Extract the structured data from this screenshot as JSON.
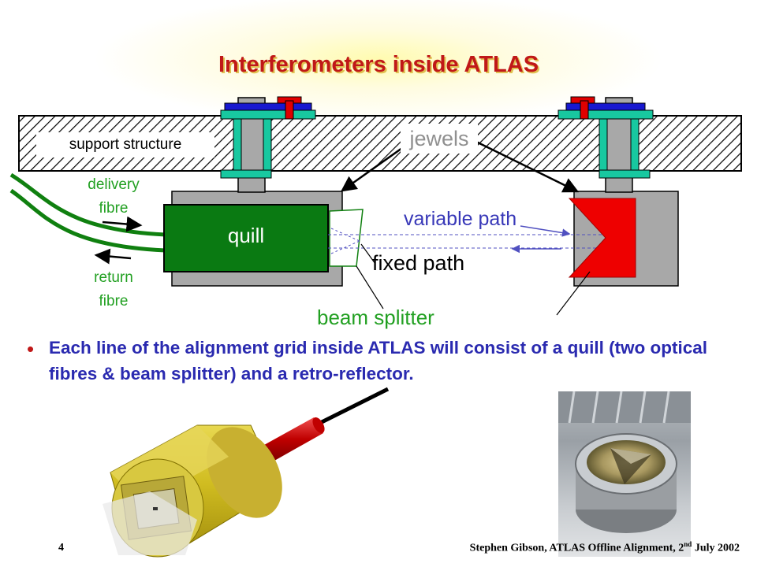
{
  "slide": {
    "title": "Interferometers inside ATLAS",
    "labels": {
      "support_structure": "support structure",
      "jewels": "jewels",
      "delivery_fibre_1": "delivery",
      "delivery_fibre_2": "fibre",
      "return_fibre_1": "return",
      "return_fibre_2": "fibre",
      "quill": "quill",
      "variable_path": "variable path",
      "fixed_path": "fixed path",
      "beam_splitter": "beam splitter"
    },
    "bullet": "Each line of the alignment grid inside ATLAS will consist of a quill (two optical fibres & beam splitter) and a retro-reflector.",
    "footer": {
      "page_number": "4",
      "credit_prefix": "Stephen Gibson, ATLAS Offline Alignment, 2",
      "credit_sup": "nd",
      "credit_suffix": " July 2002"
    }
  },
  "colors": {
    "title": "#c01818",
    "bullet_text": "#2a2ab0",
    "quill_green": "#0a7a12",
    "fibre_green": "#108010",
    "label_green": "#22a022",
    "reflector_red": "#ee0000",
    "mount_teal": "#18c8a0",
    "mount_blue": "#1818d0",
    "block_gray": "#a8a8a8"
  }
}
